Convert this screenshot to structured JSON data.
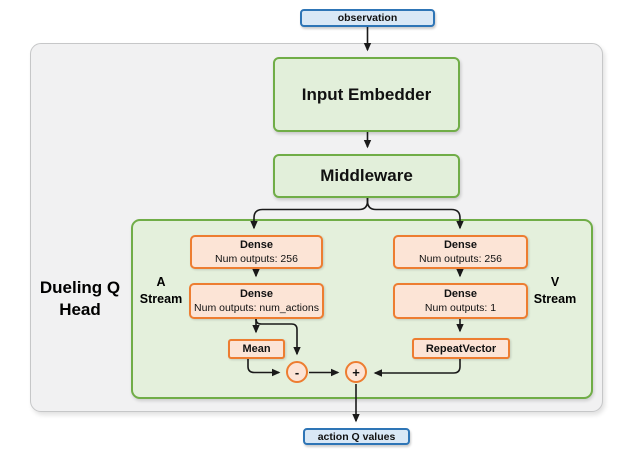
{
  "nodes": {
    "observation": {
      "label": "observation"
    },
    "input_embedder": {
      "label": "Input Embedder"
    },
    "middleware": {
      "label": "Middleware"
    },
    "dense_a1": {
      "title": "Dense",
      "subtitle": "Num outputs: 256"
    },
    "dense_a2": {
      "title": "Dense",
      "subtitle": "Num outputs: num_actions"
    },
    "dense_v1": {
      "title": "Dense",
      "subtitle": "Num outputs: 256"
    },
    "dense_v2": {
      "title": "Dense",
      "subtitle": "Num outputs: 1"
    },
    "mean": {
      "label": "Mean"
    },
    "repeat_vector": {
      "label": "RepeatVector"
    },
    "subtract_op": {
      "label": "-"
    },
    "add_op": {
      "label": "+"
    },
    "action_q_values": {
      "label": "action Q values"
    }
  },
  "labels": {
    "dueling_head": {
      "line1": "Dueling Q",
      "line2": "Head"
    },
    "a_stream": {
      "line1": "A",
      "line2": "Stream"
    },
    "v_stream": {
      "line1": "V",
      "line2": "Stream"
    }
  },
  "colors": {
    "green_border": "#70AD47",
    "green_fill": "#E2EFDA",
    "orange_border": "#ED7D31",
    "orange_fill": "#FCE4D6",
    "blue_border": "#2E75B6",
    "blue_fill": "#D9E8F6",
    "outer_container_fill": "#F1F1F2",
    "outer_container_border": "#C6C7C8",
    "arrow": "#1A1A1A"
  }
}
